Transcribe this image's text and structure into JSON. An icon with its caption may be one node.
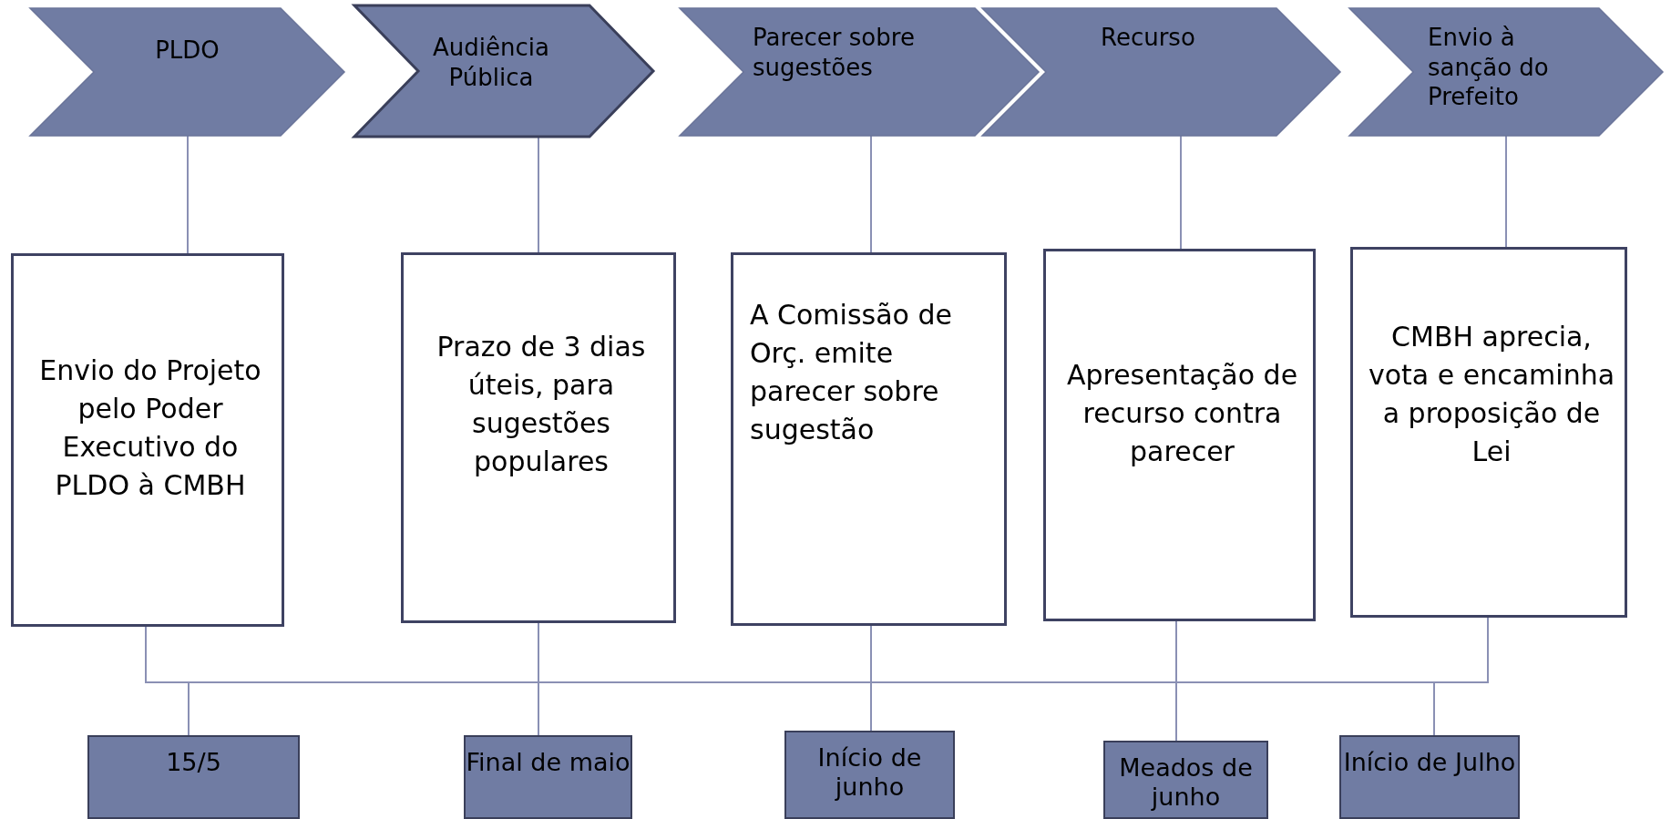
{
  "diagram": {
    "nodes": [
      {
        "text": [
          "PLDO"
        ]
      },
      {
        "text": [
          "Audiência Pública"
        ]
      },
      {
        "text": [
          "Parecer sobre sugestões"
        ]
      },
      {
        "text": [
          "Recurso"
        ]
      },
      {
        "text": [
          "Envio à sanção do Prefeito"
        ]
      },
      {
        "text": [
          "Envio do Projeto pelo Poder Executivo do PLDO à CMBH"
        ]
      },
      {
        "text": [
          "Prazo de 3 dias úteis, para sugestões populares"
        ]
      },
      {
        "text": [
          "A Comissão de Orç. emite parecer sobre sugestão"
        ]
      },
      {
        "text": [
          "Apresentação de recurso contra parecer"
        ]
      },
      {
        "text": [
          "CMBH aprecia, vota e encaminha a proposição de Lei"
        ]
      },
      {
        "text": [
          "15/5"
        ]
      },
      {
        "text": [
          "Final de maio"
        ]
      },
      {
        "text": [
          "Início de junho"
        ]
      },
      {
        "text": [
          "Meados de junho"
        ]
      },
      {
        "text": [
          "Início de Julho"
        ]
      }
    ],
    "edges": [
      {
        "from": 0,
        "to": 5,
        "arrow": "none"
      },
      {
        "from": 1,
        "to": 6,
        "arrow": "none"
      },
      {
        "from": 2,
        "to": 7,
        "arrow": "none"
      },
      {
        "from": 3,
        "to": 8,
        "arrow": "none"
      },
      {
        "from": 4,
        "to": 9,
        "arrow": "none"
      },
      {
        "from": 5,
        "to": 10,
        "arrow": "none"
      },
      {
        "from": 6,
        "to": 11,
        "arrow": "none"
      },
      {
        "from": 7,
        "to": 12,
        "arrow": "none"
      },
      {
        "from": 8,
        "to": 13,
        "arrow": "none"
      },
      {
        "from": 9,
        "to": 14,
        "arrow": "none"
      }
    ]
  }
}
